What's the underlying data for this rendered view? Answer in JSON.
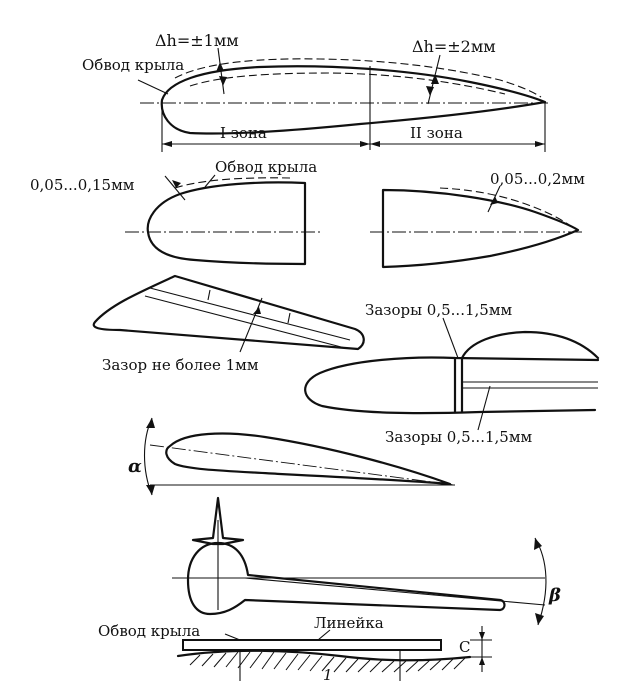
{
  "labels": {
    "dh_zone1": "Δh=±1мм",
    "dh_zone2": "Δh=±2мм",
    "contour_top": "Обвод крыла",
    "zone1": "I зона",
    "zone2": "II зона",
    "tol_leading": "0,05...0,15мм",
    "contour_mid": "Обвод крыла",
    "tol_trailing": "0,05...0,2мм",
    "gap_max": "Зазор не более 1мм",
    "gaps_top": "Зазоры 0,5...1,5мм",
    "gaps_bottom": "Зазоры 0,5...1,5мм",
    "alpha": "α",
    "beta": "β",
    "contour_bottom": "Обвод крыла",
    "ruler": "Линейка",
    "c_dim": "C",
    "callout_1": "1"
  }
}
